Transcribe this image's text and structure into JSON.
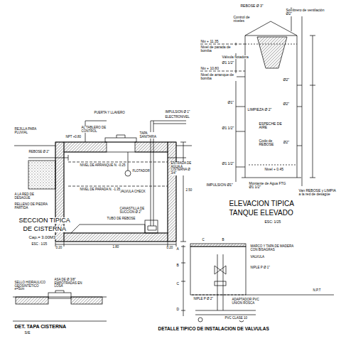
{
  "diagram": {
    "labels": [
      "REBOSE Ø 3\"",
      "Sombrero de ventilación Ø2\"",
      "Control de niveles",
      "Niv + 11.35",
      "Nivel de parada de bomba",
      "Válvula flotadora",
      "Ø1 1/2\"",
      "Niv + 10.80",
      "Nivel de arranque de bomba",
      "Ø2\"",
      "Ø1\"",
      "LIMPIEZA Ø 2\"",
      "Ø2\"",
      "Ø1 1/2\"",
      "ESPECHE DE AIRE",
      "Ø2\"",
      "Codo de REBOSE",
      "Ø1 1/2\"",
      "Nivel + 0.45",
      "IMPULSION Ø1\"",
      "Montante de Agua FTG Ø1 1/2\"",
      "Van REBOSE y LIMPIA a la red de desagüe",
      "ELEVACION TIPICA",
      "TANQUE ELEVADO",
      "ESC: 1/25",
      "PUERTA Y LLAVERO",
      "IMPULSION Ø 1\"",
      "ELECTRONIVEL",
      "AL TABLERO DE CONTROL",
      "TAPA SANITARIA",
      "REJILLA PARA PLUVIAL",
      "NPT +0.80",
      "NIVEL DE ARRANQUE N. -0.25",
      "FLOTADOR",
      "ENTRADA DE AGUA A CISTERNA Ø 3/4\"",
      "REBOSE Ø 2\"",
      "VALVULA CHECK",
      "CANASTILLA DE SUCCION Ø 2\"",
      "NIVEL DE PARADA N. -1.35",
      "TUBO DE REBOSE",
      "A LA RED DE DESAGÜE",
      "RELLENO DE PIEDRA PARTIDA",
      "SECCION TIPICA",
      "DE CISTERNA",
      "Cap.= 3.00M3",
      "ESC : 1/25",
      "2.50",
      "1.80",
      "0.20",
      "0.20",
      "A",
      "B",
      "C",
      "D",
      "MARCO Y TAPA DE MADERA CON BISAGRAS",
      "VALVULA",
      "NIPLE P Ø 1\"",
      "NIPLE P Ø 2\"",
      "ADAPTADOR PVC UNION ROSCA",
      "PVC CLASE 10",
      "N.P.T",
      "DETALLE TIPICO DE INSTALACION DE VALVULAS",
      "C",
      "B",
      "SELLO HIDRAULICO GEOSINTETICO e=5cm",
      "ASA DE Ø 3/8\" EMPOTRADAS EN LOSA",
      "DET. TAPA CISTERNA",
      "S/E"
    ]
  }
}
